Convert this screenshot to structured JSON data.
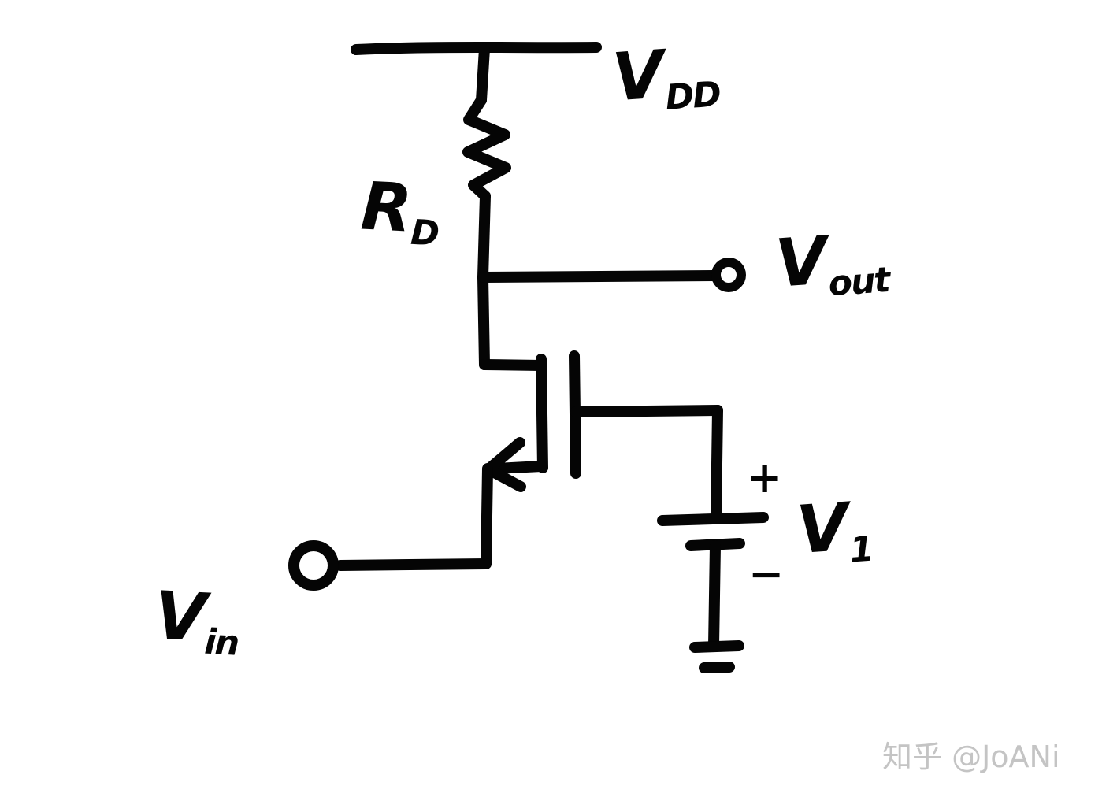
{
  "diagram": {
    "kind": "hand-drawn MOSFET common-gate amplifier schematic",
    "labels": {
      "vdd": {
        "main": "V",
        "sub": "DD"
      },
      "rd": {
        "main": "R",
        "sub": "D"
      },
      "vout": {
        "main": "V",
        "sub": "out"
      },
      "vin": {
        "main": "V",
        "sub": "in"
      },
      "v1": {
        "main": "V",
        "sub": "1"
      },
      "battery_plus": "+",
      "battery_minus": "−"
    },
    "watermark": "知乎 @JoANi",
    "colors": {
      "ink": "#050505",
      "background": "#ffffff",
      "watermark": "#c4c4c4"
    }
  }
}
